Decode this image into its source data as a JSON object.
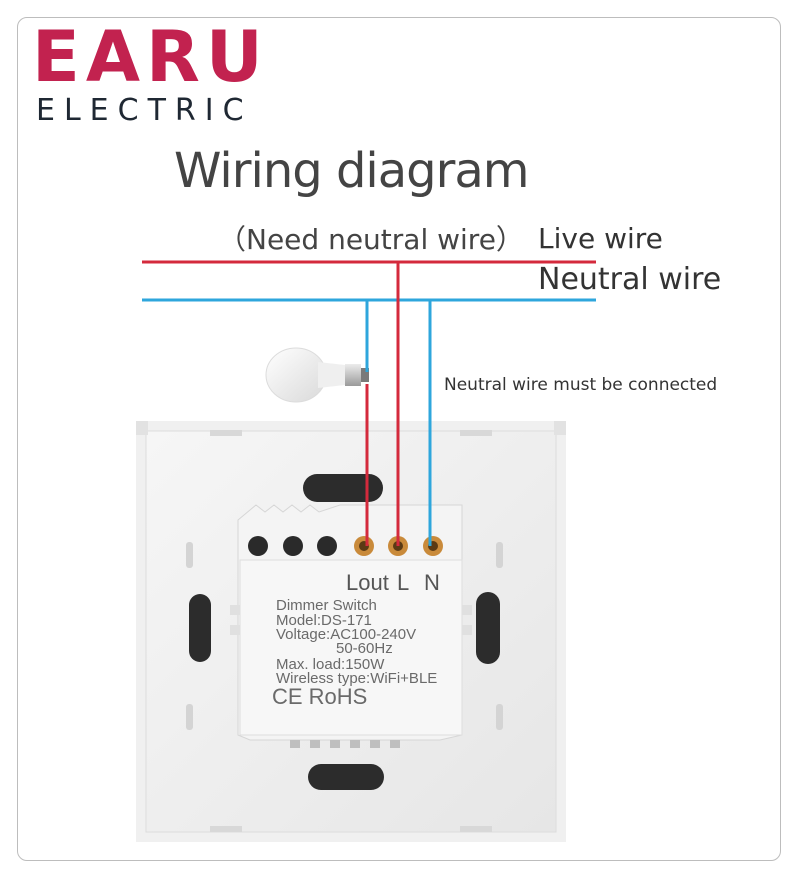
{
  "brand": {
    "name": "EARU",
    "sub": "ELECTRIC",
    "color": "#c2224f"
  },
  "diagram": {
    "title": "Wiring diagram",
    "subtitle": "（Need neutral wire）",
    "live_wire_label": "Live wire",
    "neutral_wire_label": "Neutral wire",
    "note": "Neutral wire must be connected",
    "live_color": "#d42a3c",
    "neutral_color": "#2ea6dc"
  },
  "device": {
    "terminal_lout": "Lout",
    "terminal_l": "L",
    "terminal_n": "N",
    "product_name": "Dimmer Switch",
    "model": "Model:DS-171",
    "voltage": "Voltage:AC100-240V",
    "frequency": "50-60Hz",
    "max_load": "Max. load:150W",
    "wireless": "Wireless type:WiFi+BLE",
    "certifications": "CE RoHS"
  }
}
